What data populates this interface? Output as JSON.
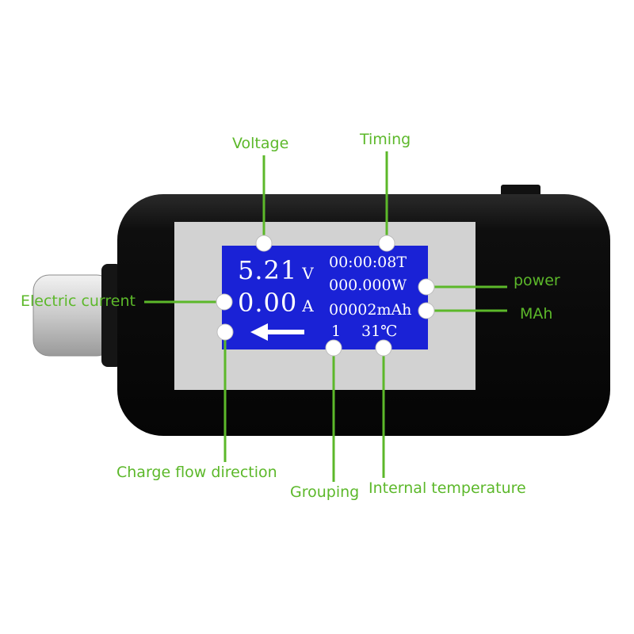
{
  "colors": {
    "callout": "#5cb82a",
    "lcd_background": "#1a22d6",
    "device_body": "#0c0c0c",
    "bezel": "#d2d2d2",
    "connector": "#d4d4d4"
  },
  "display": {
    "voltage_value": "5.21",
    "voltage_unit": "V",
    "current_value": "0.00",
    "current_unit": "A",
    "timer": "00:00:08T",
    "power": "000.000W",
    "capacity": "00002mAh",
    "group": "1",
    "temperature": "31℃",
    "direction_icon": "arrow-left-icon"
  },
  "callouts": {
    "voltage": "Voltage",
    "timing": "Timing",
    "power": "power",
    "mah": "MAh",
    "electric_current": "Electric current",
    "charge_flow": "Charge flow direction",
    "grouping": "Grouping",
    "internal_temperature": "Internal temperature"
  }
}
